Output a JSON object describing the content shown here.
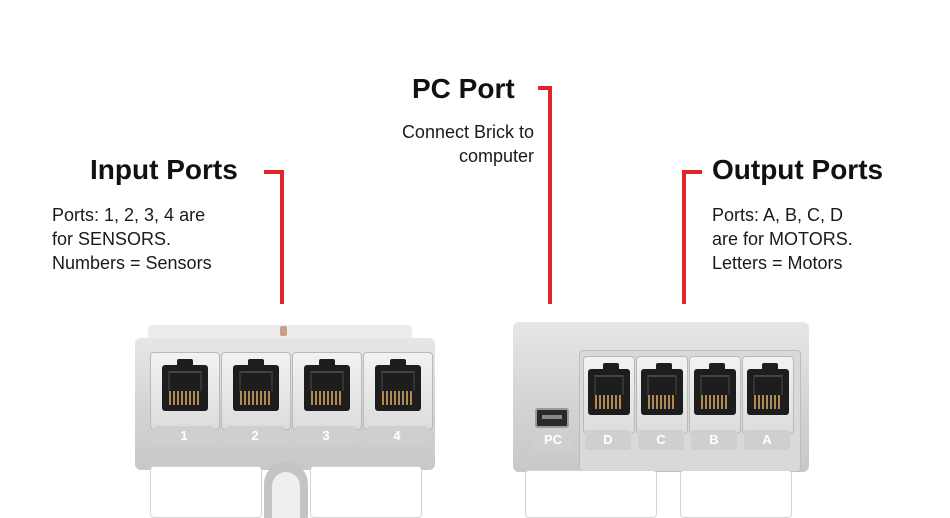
{
  "input": {
    "title": "Input Ports",
    "lines": [
      "Ports: 1, 2, 3, 4  are",
      "for SENSORS.",
      "Numbers = Sensors"
    ],
    "ports": [
      "1",
      "2",
      "3",
      "4"
    ]
  },
  "pc": {
    "title": "PC Port",
    "lines": [
      "Connect Brick to",
      "computer"
    ],
    "port": "PC"
  },
  "output": {
    "title": "Output Ports",
    "lines": [
      "Ports: A, B, C, D",
      "are for MOTORS.",
      "Letters = Motors"
    ],
    "ports": [
      "D",
      "C",
      "B",
      "A"
    ]
  },
  "colors": {
    "callout_line": "#e0262b"
  }
}
